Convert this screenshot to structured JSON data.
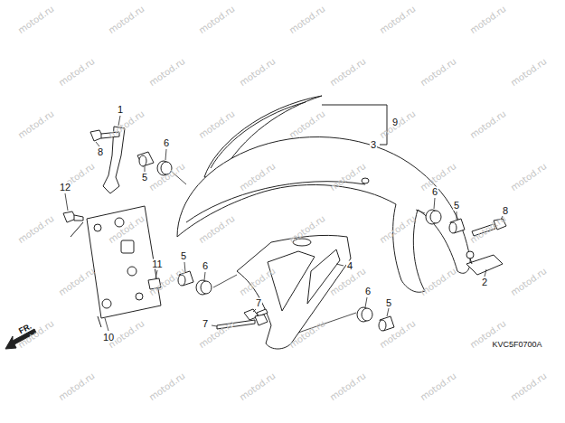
{
  "diagram": {
    "labels": [
      "1",
      "9",
      "8",
      "5",
      "6",
      "3",
      "12",
      "6",
      "5",
      "8",
      "11",
      "4",
      "2",
      "5",
      "6",
      "7",
      "7",
      "6",
      "5",
      "10",
      "FR.",
      "KVC5F0700A",
      "motod.ru",
      "motod.ru",
      "motod.ru",
      "motod.ru",
      "motod.ru",
      "motod.ru",
      "motod.ru",
      "motod.ru",
      "motod.ru",
      "motod.ru",
      "motod.ru",
      "motod.ru",
      "motod.ru",
      "motod.ru",
      "motod.ru",
      "motod.ru",
      "motod.ru",
      "motod.ru",
      "motod.ru",
      "motod.ru",
      "motod.ru",
      "motod.ru",
      "motod.ru",
      "motod.ru",
      "motod.ru",
      "motod.ru",
      "motod.ru",
      "motod.ru",
      "motod.ru",
      "motod.ru",
      "motod.ru",
      "motod.ru",
      "motod.ru",
      "motod.ru",
      "motod.ru",
      "motod.ru",
      "motod.ru",
      "motod.ru",
      "motod.ru",
      "motod.ru",
      "motod.ru",
      "motod.ru",
      "motod.ru",
      "motod.ru",
      "motod.ru",
      "motod.ru",
      "motod.ru",
      "motod.ru"
    ]
  }
}
